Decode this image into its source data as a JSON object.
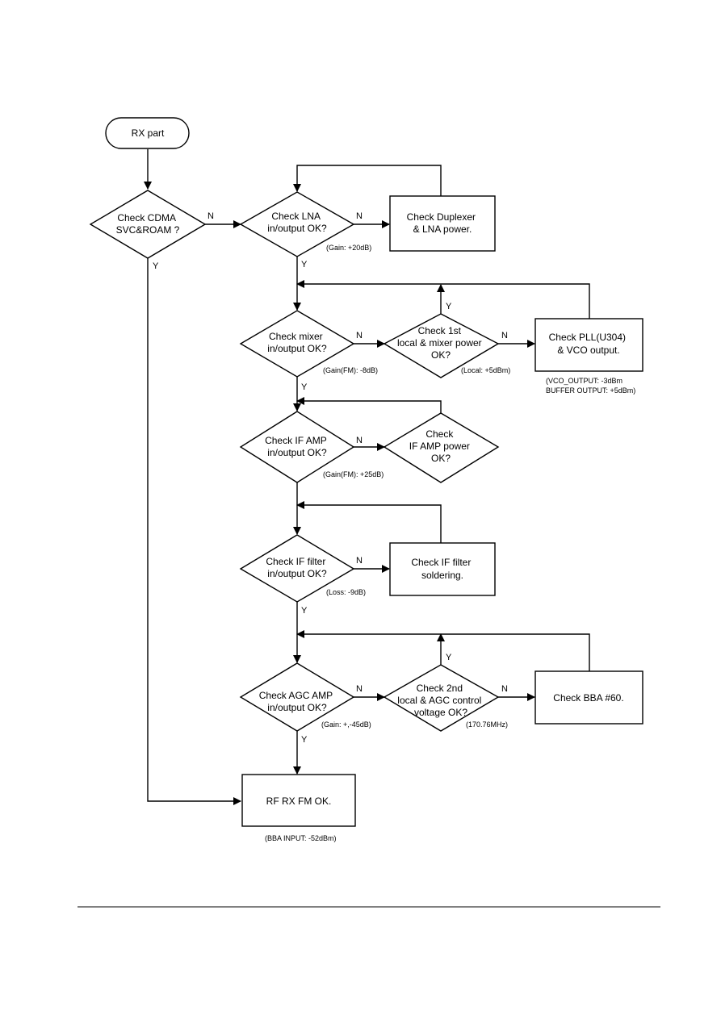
{
  "nodes": {
    "start": "RX part",
    "cdma": [
      "Check CDMA",
      "SVC&ROAM ?"
    ],
    "lna": [
      "Check LNA",
      "in/output OK?"
    ],
    "duplexer": [
      "Check Duplexer",
      "& LNA power."
    ],
    "mixer": [
      "Check mixer",
      "in/output OK?"
    ],
    "local1": [
      "Check 1st",
      "local & mixer power",
      "OK?"
    ],
    "pll": [
      "Check PLL(U304)",
      "& VCO output."
    ],
    "ifamp": [
      "Check IF AMP",
      "in/output OK?"
    ],
    "ifamp_power": [
      "Check",
      "IF AMP power",
      "OK?"
    ],
    "iffilter": [
      "Check IF filter",
      "in/output OK?"
    ],
    "iffilter_solder": [
      "Check IF filter",
      "soldering."
    ],
    "agc": [
      "Check AGC AMP",
      "in/output OK?"
    ],
    "local2": [
      "Check 2nd",
      "local & AGC control",
      "voltage OK?"
    ],
    "bba": "Check BBA #60.",
    "end": "RF RX FM OK."
  },
  "notes": {
    "lna_gain": "(Gain: +20dB)",
    "mixer_gain": "(Gain(FM): -8dB)",
    "local1": "(Local: +5dBm)",
    "vco": [
      "(VCO_OUTPUT: -3dBm",
      "BUFFER OUTPUT: +5dBm)"
    ],
    "ifamp_gain": "(Gain(FM): +25dB)",
    "iffilter_loss": "(Loss: -9dB)",
    "agc_gain": "(Gain: +,-45dB)",
    "local2": "(170.76MHz)",
    "bba_input": "(BBA INPUT: -52dBm)"
  },
  "labels": {
    "yes": "Y",
    "no": "N"
  }
}
